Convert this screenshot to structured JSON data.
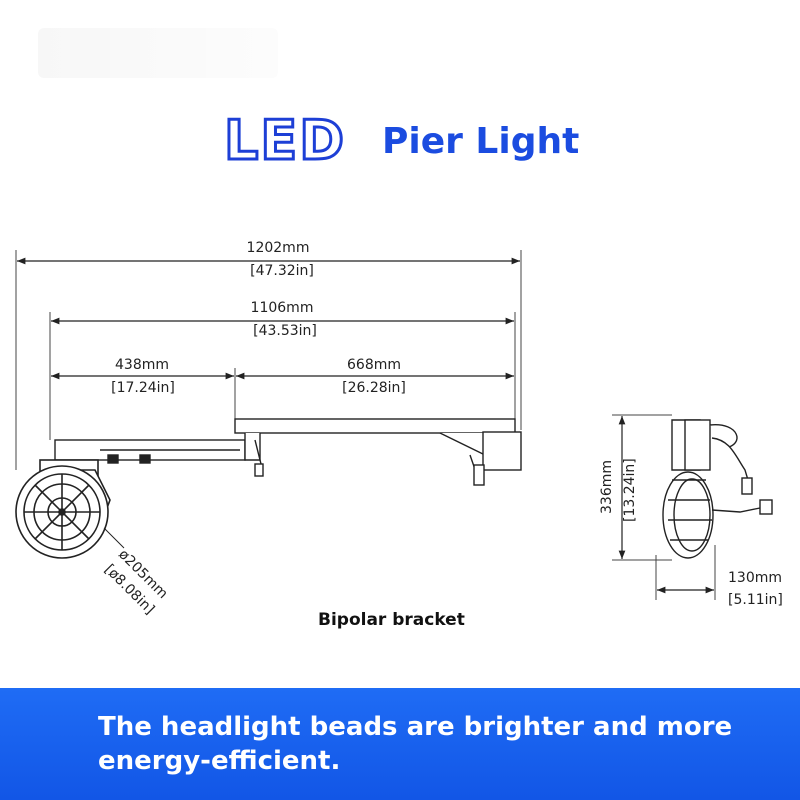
{
  "title": {
    "led": "LED",
    "rest": "Pier Light"
  },
  "dimensions": {
    "overall_mm": "1202mm",
    "overall_in": "[47.32in]",
    "arm_mm": "1106mm",
    "arm_in": "[43.53in]",
    "left_mm": "438mm",
    "left_in": "[17.24in]",
    "right_mm": "668mm",
    "right_in": "[26.28in]",
    "diameter_mm": "ø205mm",
    "diameter_in": "[ø8.08in]",
    "height_mm": "336mm",
    "height_in": "[13.24in]",
    "depth_mm": "130mm",
    "depth_in": "[5.11in]"
  },
  "caption": "Bipolar bracket",
  "banner": {
    "text": "The headlight beads are brighter and more energy-efficient."
  },
  "colors": {
    "accent": "#1b4ce0",
    "banner": "#1256e6"
  }
}
